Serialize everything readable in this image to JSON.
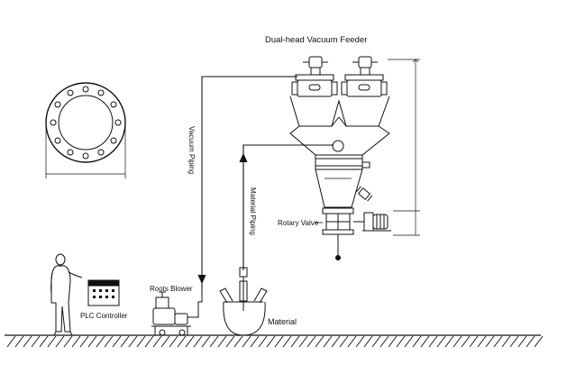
{
  "title": "Dual-head Vacuum Feeder",
  "labels": {
    "vacuum_piping": "Vacuum Piping",
    "material_piping": "Material Piping",
    "rotary_valve": "Rotary Valve",
    "roots_blower": "Roots Blower",
    "plc_controller": "PLC Controller",
    "material": "Material"
  },
  "colors": {
    "line": "#111111",
    "background": "#ffffff"
  },
  "icons": [
    "flange-icon",
    "operator-icon",
    "plc-cabinet-icon",
    "roots-blower-icon",
    "material-bag-icon",
    "vacuum-receiver-icon",
    "rotary-valve-icon"
  ]
}
